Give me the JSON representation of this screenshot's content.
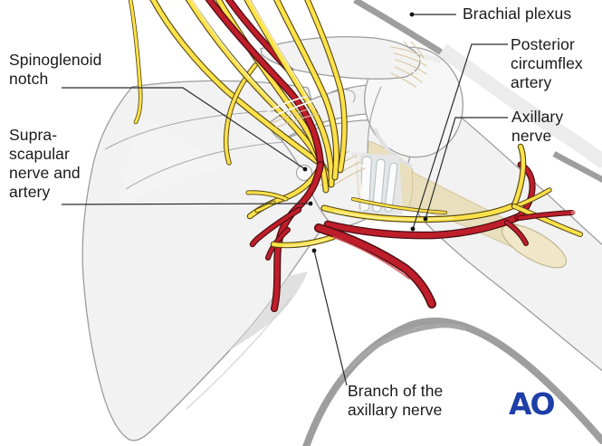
{
  "labels": {
    "brachial_plexus": "Brachial plexus",
    "posterior_circumflex_artery": "Posterior\ncircumflex\nartery",
    "axillary_nerve": "Axillary\nnerve",
    "spinoglenoid_notch": "Spinoglenoid\nnotch",
    "suprascapular_nerve_artery": "Supra-\nscapular\nnerve and\nartery",
    "branch_axillary_nerve": "Branch of the\naxillary nerve"
  },
  "logo": {
    "text": "AO",
    "color": "#1E3EA8"
  },
  "colors": {
    "nerve_yellow": "#FFE14A",
    "nerve_outline": "#4E430E",
    "artery_red": "#BE1E2A",
    "artery_outline": "#4A0D12",
    "bone_fill": "#EDEDED",
    "bone_outline": "#9C9C9C",
    "bone_cut_beige": "#E9DFBC",
    "muscle_band_gray": "#9E9E9E",
    "label_text": "#1A1A1A"
  }
}
